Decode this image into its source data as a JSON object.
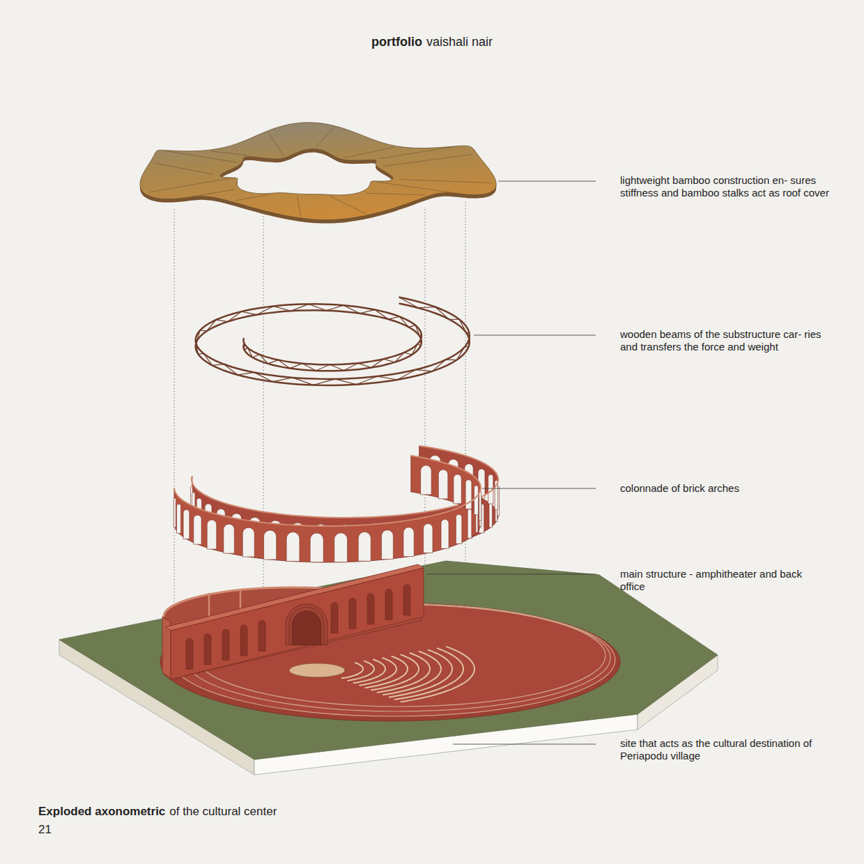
{
  "diagram": {
    "labels": [
      "portfolio",
      "vaishali nair",
      "lightweight bamboo construction en- sures stiffness and bamboo stalks act as roof cover",
      "wooden beams of the substructure car- ries and transfers the force and weight",
      "colonnade of brick arches",
      "main structure - amphitheater and back office",
      "site that acts as the cultural destination of Periapodu village",
      "Exploded axonometric",
      "of the cultural center",
      "21"
    ]
  }
}
